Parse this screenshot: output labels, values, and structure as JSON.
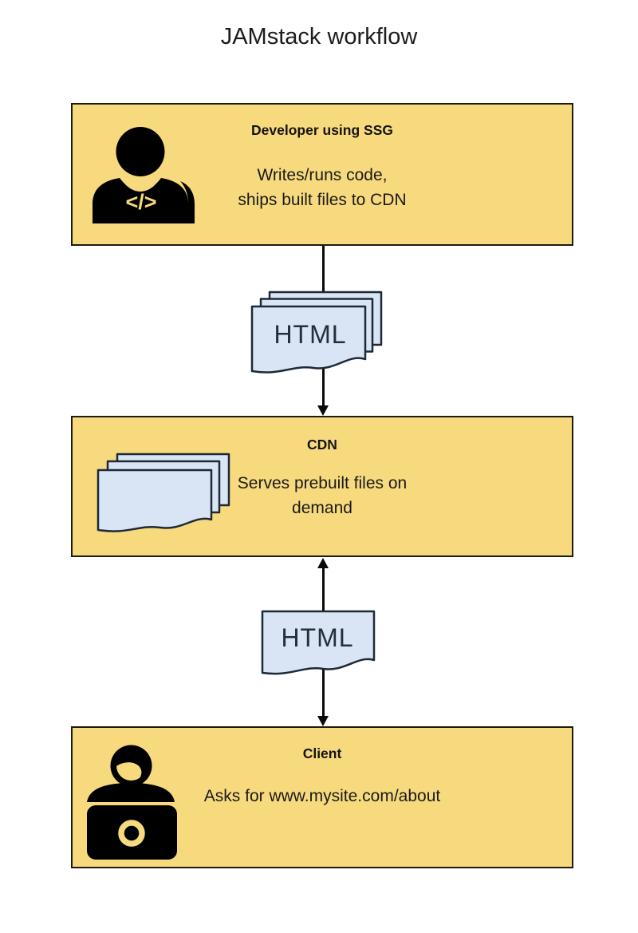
{
  "title": "JAMstack workflow",
  "colors": {
    "box_fill": "#F8DA7E",
    "box_border": "#1C1B0D",
    "doc_fill": "#D9E4F5",
    "doc_border": "#1D2936",
    "line": "#0A0A0A"
  },
  "nodes": [
    {
      "title": "Developer using SSG",
      "body": "Writes/runs code,\nships built files to CDN",
      "icon": "developer-code-icon",
      "code_glyph": "</>"
    },
    {
      "title": "CDN",
      "body": "Serves prebuilt files on\ndemand",
      "icon": "document-stack-icon"
    },
    {
      "title": "Client",
      "body": "Asks for www.mysite.com/about",
      "icon": "person-laptop-icon"
    }
  ],
  "connectors": [
    {
      "from": "Developer using SSG",
      "to": "CDN",
      "arrows": "down",
      "label": "HTML",
      "document_icon": "html-files-stack-icon"
    },
    {
      "from": "CDN",
      "to": "Client",
      "arrows": "both",
      "label": "HTML",
      "document_icon": "html-file-icon"
    }
  ]
}
